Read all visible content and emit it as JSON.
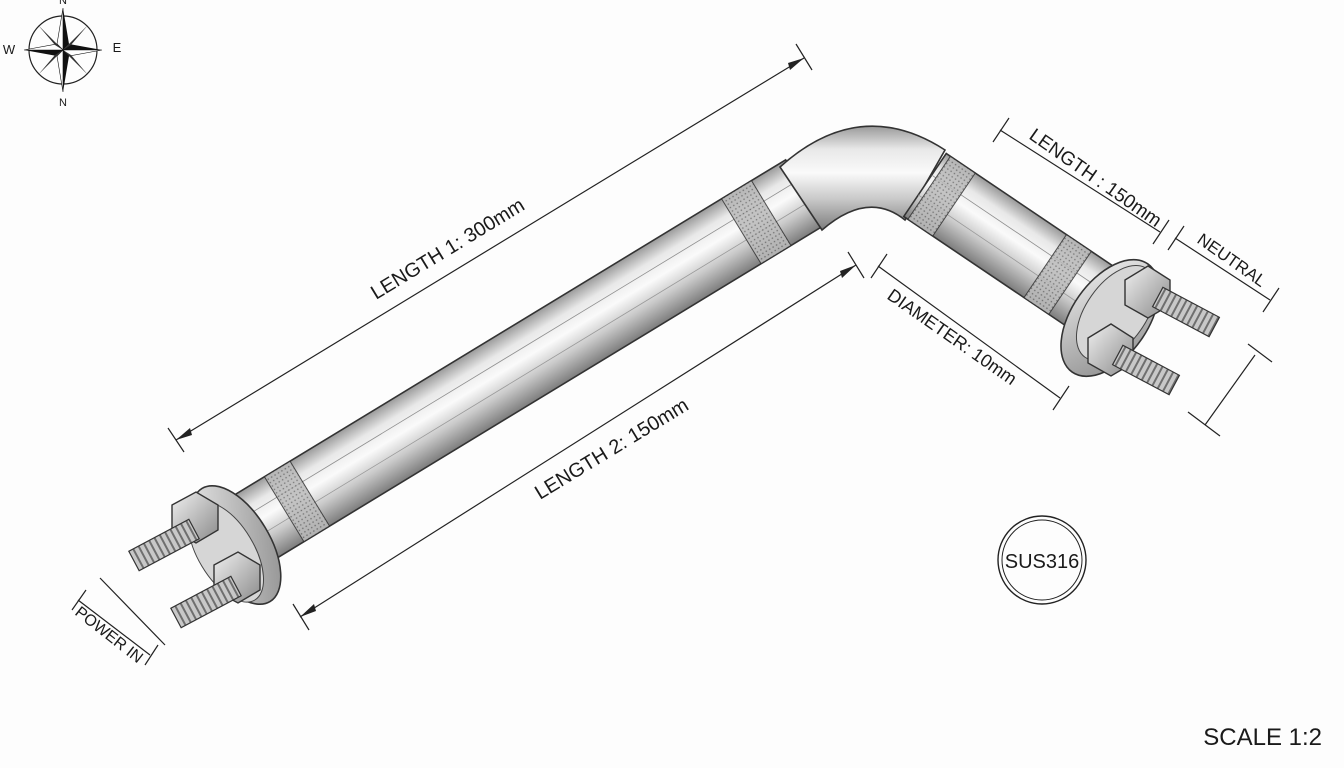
{
  "compass": {
    "n_top": "N",
    "w": "W",
    "e": "E",
    "n_bottom": "N"
  },
  "dimensions": {
    "length1": "LENGTH 1: 300mm",
    "length2": "LENGTH 2: 150mm",
    "length_short": "LENGTH : 150mm",
    "diameter": "DIAMETER: 10mm"
  },
  "terminals": {
    "power_in": "POWER IN",
    "neutral": "NEUTRAL"
  },
  "material_stamp": "SUS316",
  "scale": "SCALE 1:2",
  "colors": {
    "ink": "#1a1a1a",
    "steel_light": "#f2f2f2",
    "steel_mid": "#c4c4c4",
    "steel_dark": "#8a8a8a"
  }
}
